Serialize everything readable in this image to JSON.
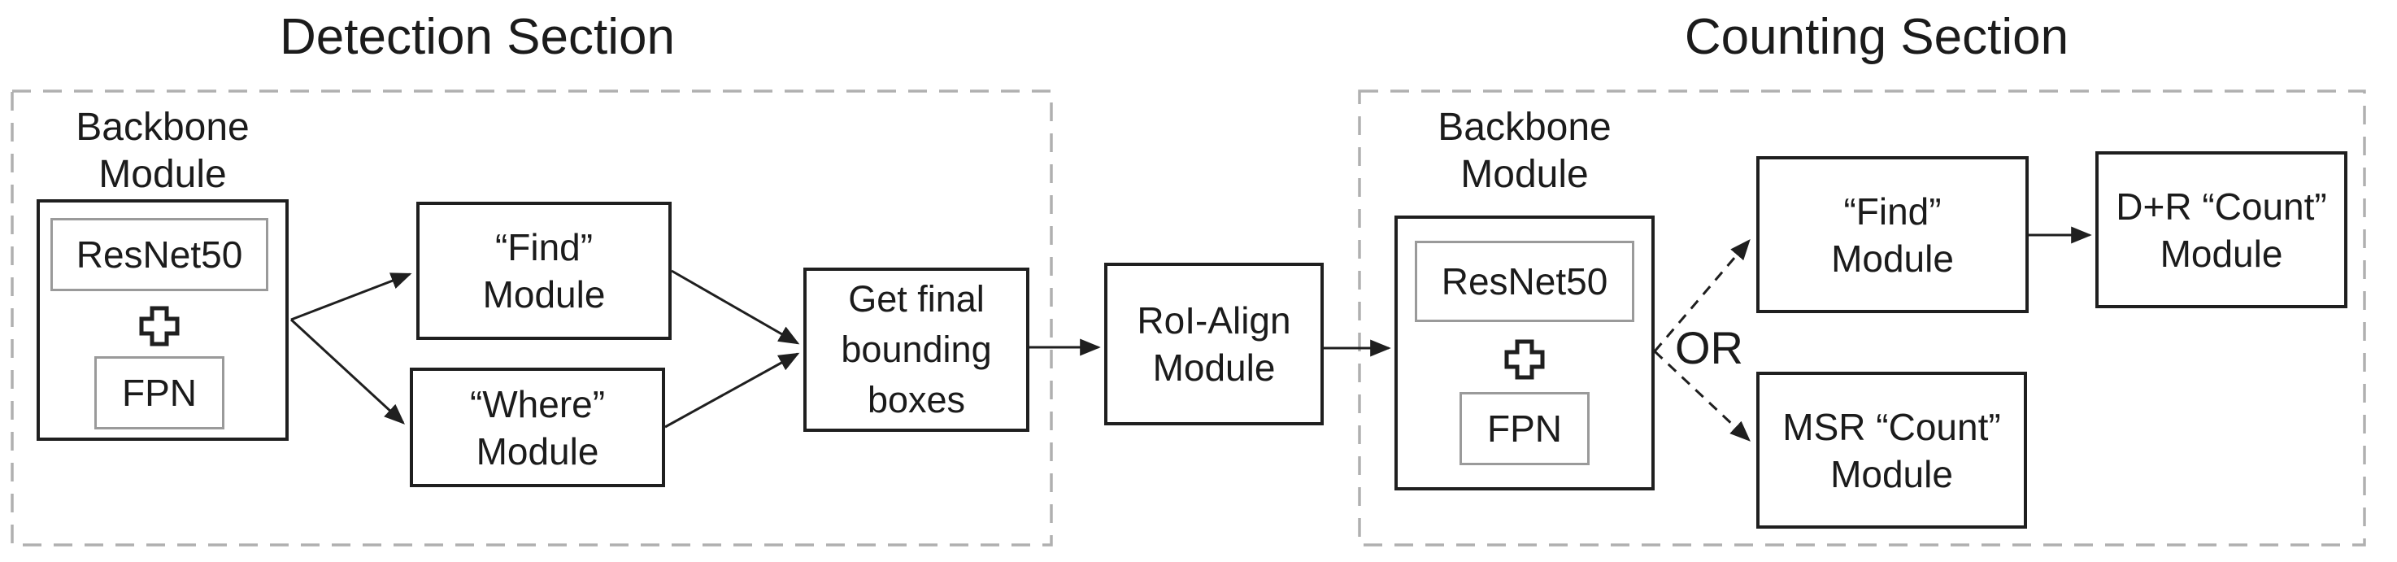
{
  "colors": {
    "background": "#ffffff",
    "line": "#1f1f1f",
    "text": "#1b1b1b",
    "inner_box_border": "#9a9a9a",
    "section_dash_border": "#b0b0b0"
  },
  "detection": {
    "title": "Detection Section",
    "backbone": {
      "label_line1": "Backbone",
      "label_line2": "Module",
      "resnet_label": "ResNet50",
      "fpn_label": "FPN",
      "plus_icon": "plus-cross-icon"
    },
    "find_module": {
      "line1": "“Find”",
      "line2": "Module"
    },
    "where_module": {
      "line1": "“Where”",
      "line2": "Module"
    },
    "get_final": {
      "line1": "Get final",
      "line2": "bounding",
      "line3": "boxes"
    }
  },
  "roi_align": {
    "line1": "RoI-Align",
    "line2": "Module"
  },
  "counting": {
    "title": "Counting Section",
    "backbone": {
      "label_line1": "Backbone",
      "label_line2": "Module",
      "resnet_label": "ResNet50",
      "fpn_label": "FPN",
      "plus_icon": "plus-cross-icon"
    },
    "or_label": "OR",
    "find_module": {
      "line1": "“Find”",
      "line2": "Module"
    },
    "msr_count_module": {
      "line1": "MSR “Count”",
      "line2": "Module"
    },
    "dr_count_module": {
      "line1": "D+R “Count”",
      "line2": "Module"
    }
  }
}
